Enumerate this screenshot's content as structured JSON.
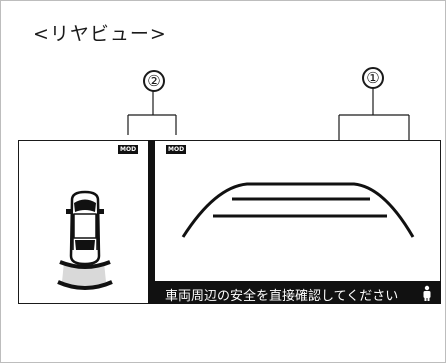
{
  "title": "<リヤビュー>",
  "callouts": [
    {
      "number": "①",
      "refers_to": "rear-camera-view"
    },
    {
      "number": "②",
      "refers_to": "top-view"
    }
  ],
  "mode_badges": [
    "MOD",
    "MOD"
  ],
  "message": "車両周辺の安全を直接確認してください",
  "icons": {
    "person": "person-icon",
    "car": "car-top-view-icon"
  },
  "colors": {
    "screen_bg": "#ffffff",
    "bar": "#111111",
    "text": "#1a1a1a",
    "guide_zone": "#d9d9d9"
  }
}
